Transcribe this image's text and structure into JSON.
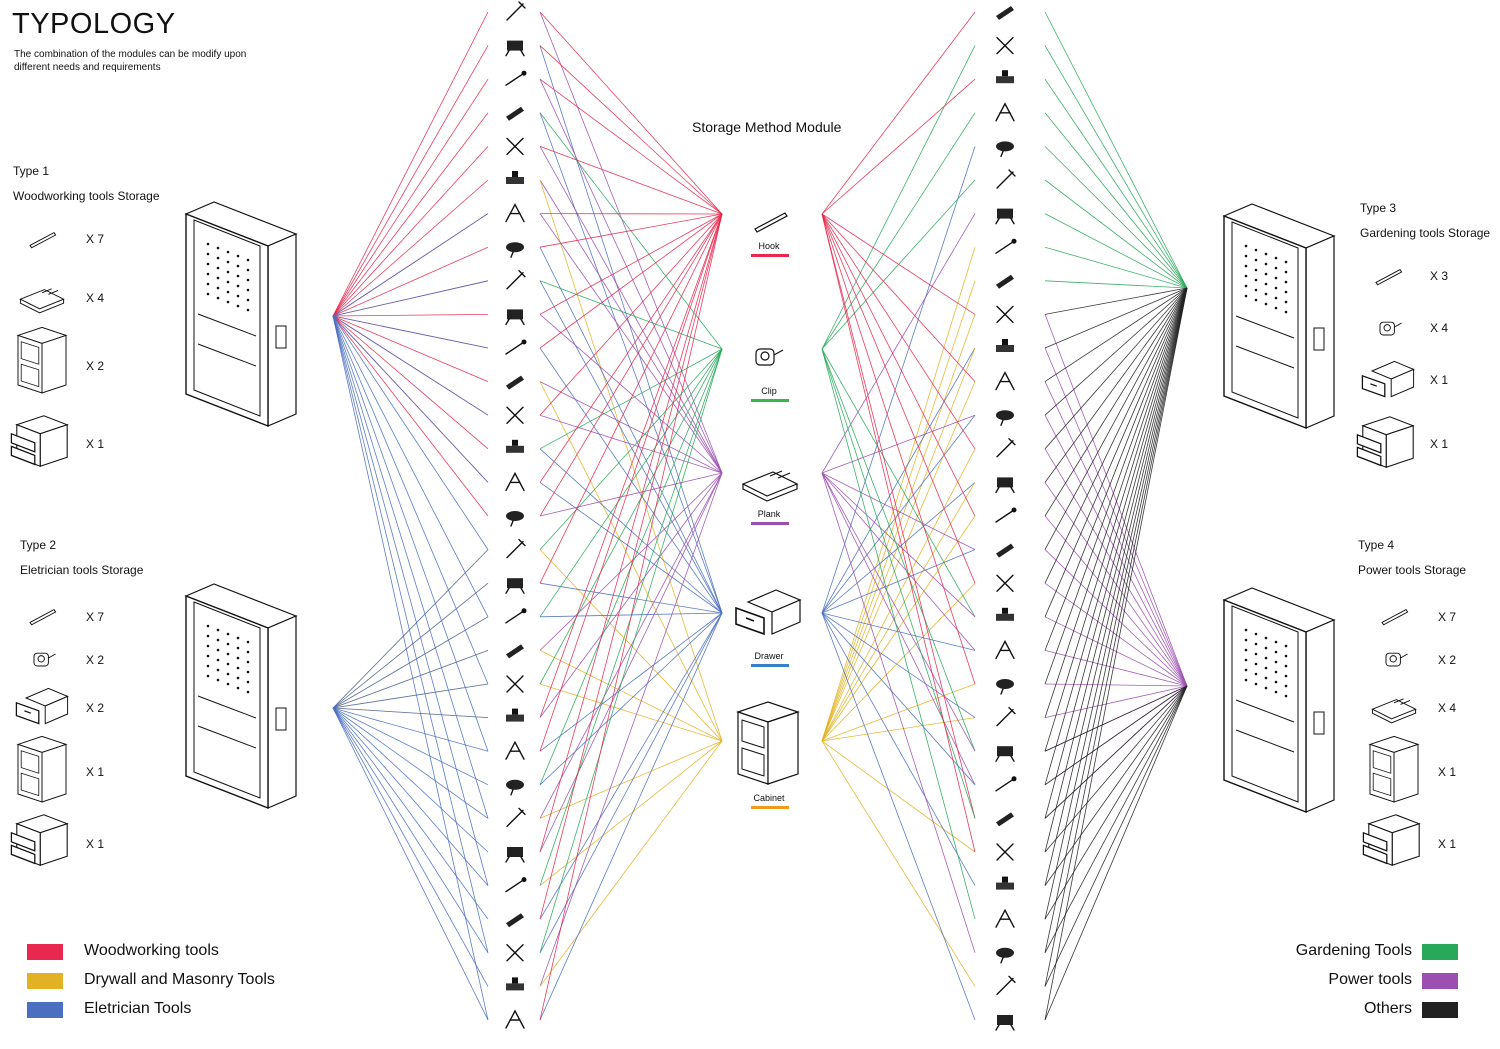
{
  "header": {
    "title": "TYPOLOGY",
    "subtitle": "The combination of the modules can be modify upon different needs and requirements"
  },
  "center_title": "Storage Method Module",
  "modules": [
    {
      "key": "hook",
      "label": "Hook",
      "color": "#e8284e"
    },
    {
      "key": "clip",
      "label": "Clip",
      "color": "#3bb54a"
    },
    {
      "key": "plank",
      "label": "Plank",
      "color": "#9b4fb0"
    },
    {
      "key": "drawer",
      "label": "Drawer",
      "color": "#3a7fcc"
    },
    {
      "key": "cabinet",
      "label": "Cabinet",
      "color": "#f39a1e"
    }
  ],
  "types": {
    "type1": {
      "number": "Type 1",
      "name": "Woodworking tools Storage",
      "modules": [
        {
          "icon": "hook-icon",
          "count": "X 7"
        },
        {
          "icon": "plank-icon",
          "count": "X 4"
        },
        {
          "icon": "cabinet-icon",
          "count": "X 2"
        },
        {
          "icon": "drawer-cabinet-icon",
          "count": "X 1"
        }
      ]
    },
    "type2": {
      "number": "Type 2",
      "name": "Eletrician tools Storage",
      "modules": [
        {
          "icon": "hook-icon",
          "count": "X 7"
        },
        {
          "icon": "clip-icon",
          "count": "X 2"
        },
        {
          "icon": "drawer-icon",
          "count": "X 2"
        },
        {
          "icon": "cabinet-icon",
          "count": "X 1"
        },
        {
          "icon": "drawer-cabinet-icon",
          "count": "X 1"
        }
      ]
    },
    "type3": {
      "number": "Type 3",
      "name": "Gardening tools Storage",
      "modules": [
        {
          "icon": "hook-icon",
          "count": "X 3"
        },
        {
          "icon": "clip-icon",
          "count": "X 4"
        },
        {
          "icon": "drawer-icon",
          "count": "X 1"
        },
        {
          "icon": "drawer-cabinet-icon",
          "count": "X 1"
        }
      ]
    },
    "type4": {
      "number": "Type 4",
      "name": "Power tools Storage",
      "modules": [
        {
          "icon": "hook-icon",
          "count": "X 7"
        },
        {
          "icon": "clip-icon",
          "count": "X 2"
        },
        {
          "icon": "plank-icon",
          "count": "X 4"
        },
        {
          "icon": "cabinet-icon",
          "count": "X 1"
        },
        {
          "icon": "drawer-cabinet-icon",
          "count": "X 1"
        }
      ]
    }
  },
  "legend_left": [
    {
      "label": "Woodworking tools",
      "color": "#e8284e"
    },
    {
      "label": "Drywall and Masonry Tools",
      "color": "#e3b224"
    },
    {
      "label": "Eletrician Tools",
      "color": "#4a6fc0"
    }
  ],
  "legend_right": [
    {
      "label": "Gardening Tools",
      "color": "#27a85a"
    },
    {
      "label": "Power tools",
      "color": "#9b4fb0"
    },
    {
      "label": "Others",
      "color": "#222222"
    }
  ]
}
